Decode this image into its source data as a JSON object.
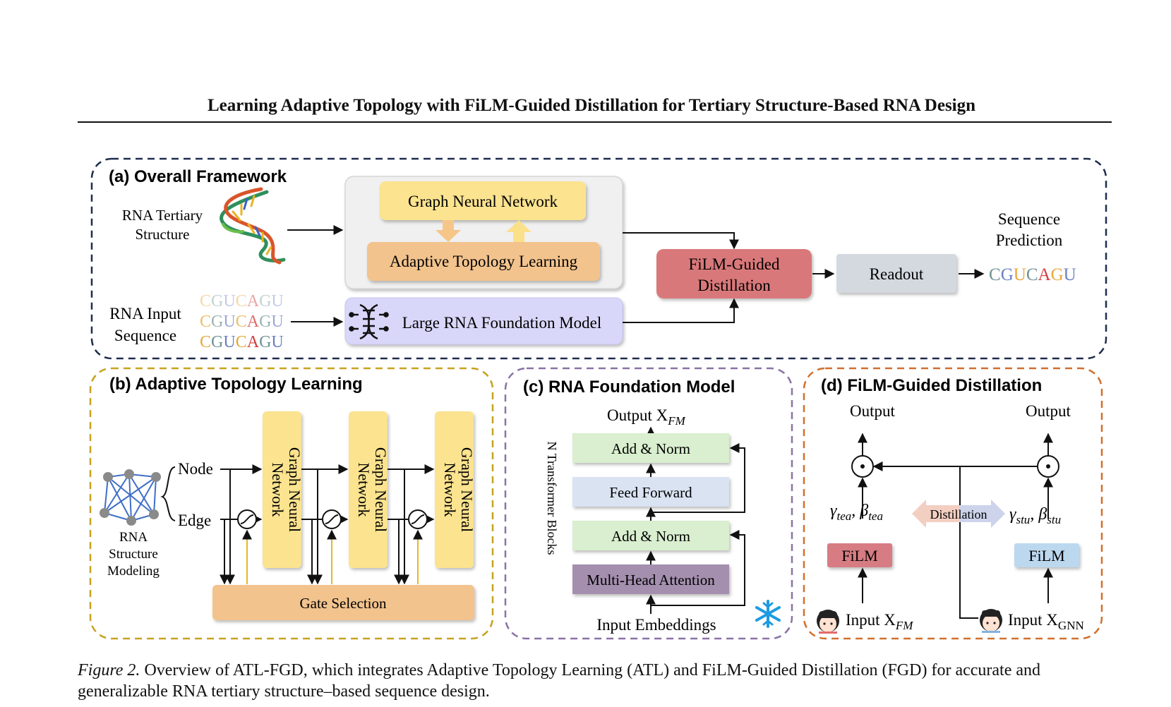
{
  "running_title": "Learning Adaptive Topology with FiLM-Guided Distillation for Tertiary Structure-Based RNA Design",
  "panel_a": {
    "title": "(a) Overall Framework",
    "rna_tertiary_line1": "RNA Tertiary",
    "rna_tertiary_line2": "Structure",
    "rna_input_line1": "RNA Input",
    "rna_input_line2": "Sequence",
    "gnn": "Graph Neural Network",
    "atl": "Adaptive Topology Learning",
    "foundation_model": "Large RNA Foundation Model",
    "film_line1": "FiLM-Guided",
    "film_line2": "Distillation",
    "readout": "Readout",
    "prediction_line1": "Sequence",
    "prediction_line2": "Prediction",
    "sequence_letters": [
      "C",
      "G",
      "U",
      "C",
      "A",
      "G",
      "U"
    ],
    "colors": {
      "gnn": "#fbe38f",
      "atl": "#f2c38d",
      "foundation": "#d9d7f9",
      "film": "#d9787a",
      "readout": "#d4d9e0"
    }
  },
  "panel_b": {
    "title": "(b) Adaptive Topology Learning",
    "node": "Node",
    "edge": "Edge",
    "modeling_line1": "RNA",
    "modeling_line2": "Structure",
    "modeling_line3": "Modeling",
    "gnn_line1": "Graph Neural",
    "gnn_line2": "Network",
    "gate": "Gate Selection"
  },
  "panel_c": {
    "title": "(c) RNA Foundation Model",
    "output": "Output X",
    "output_sub": "FM",
    "add_norm": "Add & Norm",
    "feed_forward": "Feed Forward",
    "mha": "Multi-Head Attention",
    "input": "Input Embeddings",
    "n_blocks": "N Transformer Blocks"
  },
  "panel_d": {
    "title": "(d) FiLM-Guided Distillation",
    "output_left": "Output",
    "output_right": "Output",
    "gamma_tea": "γ",
    "tea_sub": "tea",
    "beta": "β",
    "gamma_stu": "γ",
    "stu_sub": "stu",
    "distillation": "Distillation",
    "film_left": "FiLM",
    "film_right": "FiLM",
    "input_left": "Input X",
    "input_left_sub": "FM",
    "input_right": "Input X",
    "input_right_sub": "GNN",
    "odot": "⊙"
  },
  "caption": {
    "label": "Figure 2.",
    "text": "Overview of ATL-FGD, which integrates Adaptive Topology Learning (ATL) and FiLM-Guided Distillation (FGD) for accurate and generalizable RNA tertiary structure–based sequence design."
  },
  "icons": [
    "rna-helix-icon",
    "dna-network-icon",
    "snowflake-icon",
    "teacher-avatar-icon",
    "student-avatar-icon",
    "sigmoid-gate-icon"
  ]
}
